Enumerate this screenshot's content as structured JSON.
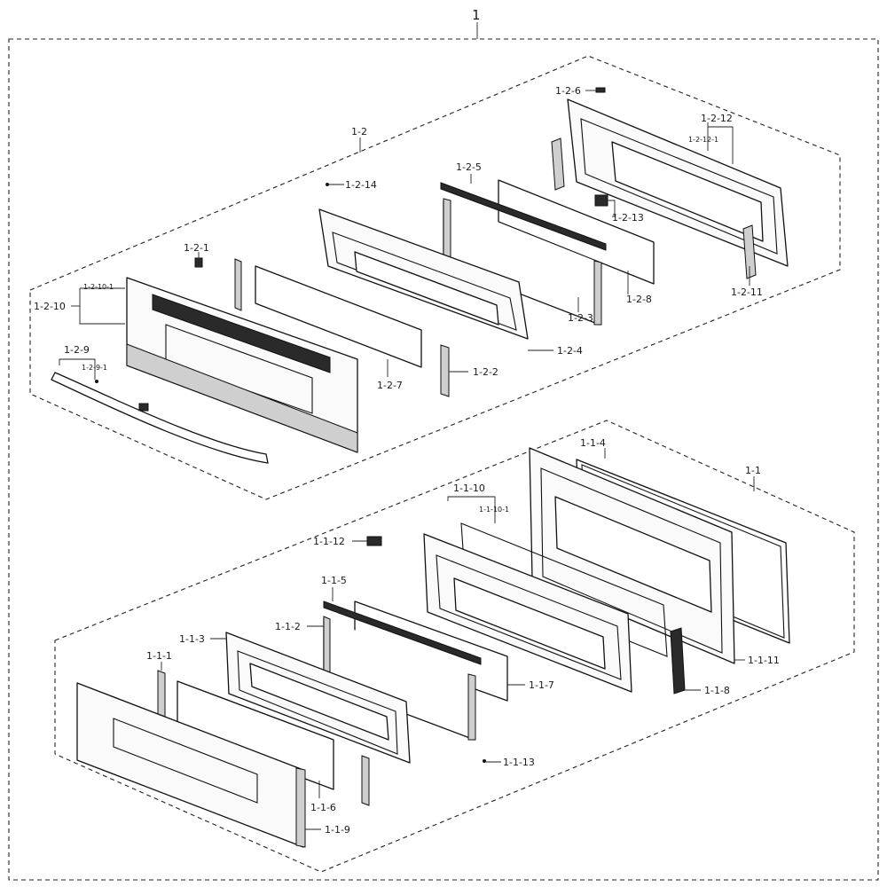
{
  "labels": {
    "root": "1",
    "a": "1-2",
    "a1": "1-2-1",
    "a2": "1-2-2",
    "a3": "1-2-3",
    "a4": "1-2-4",
    "a5": "1-2-5",
    "a6": "1-2-6",
    "a7": "1-2-7",
    "a8": "1-2-8",
    "a9": "1-2-9",
    "a91": "1-2-9-1",
    "a10": "1-2-10",
    "a101": "1-2-10-1",
    "a11": "1-2-11",
    "a12": "1-2-12",
    "a121": "1-2-12-1",
    "a13": "1-2-13",
    "a14": "1-2-14",
    "b": "1-1",
    "b1": "1-1-1",
    "b2": "1-1-2",
    "b3": "1-1-3",
    "b4": "1-1-4",
    "b5": "1-1-5",
    "b6": "1-1-6",
    "b7": "1-1-7",
    "b8": "1-1-8",
    "b9": "1-1-9",
    "b10": "1-1-10",
    "b101": "1-1-10-1",
    "b11": "1-1-11",
    "b12": "1-1-12",
    "b13": "1-1-13"
  }
}
